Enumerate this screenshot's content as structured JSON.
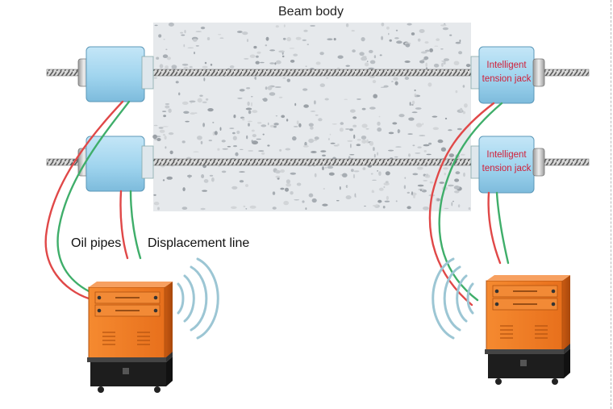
{
  "labels": {
    "beam_body": "Beam body",
    "oil_pipes": "Oil pipes",
    "displacement_line": "Displacement line",
    "jack_top": [
      "Intelligent",
      "tension jack"
    ],
    "jack_bottom": [
      "Intelligent",
      "tension jack"
    ]
  },
  "colors": {
    "concrete": "#e6e9ec",
    "jack_blue": "#9fd4ee",
    "oil_pipe": "#e04848",
    "displacement_wire": "#3fae6a",
    "pump_orange": "#f07a22",
    "pump_base": "#1d1d1d",
    "label_red": "#d0203a"
  }
}
